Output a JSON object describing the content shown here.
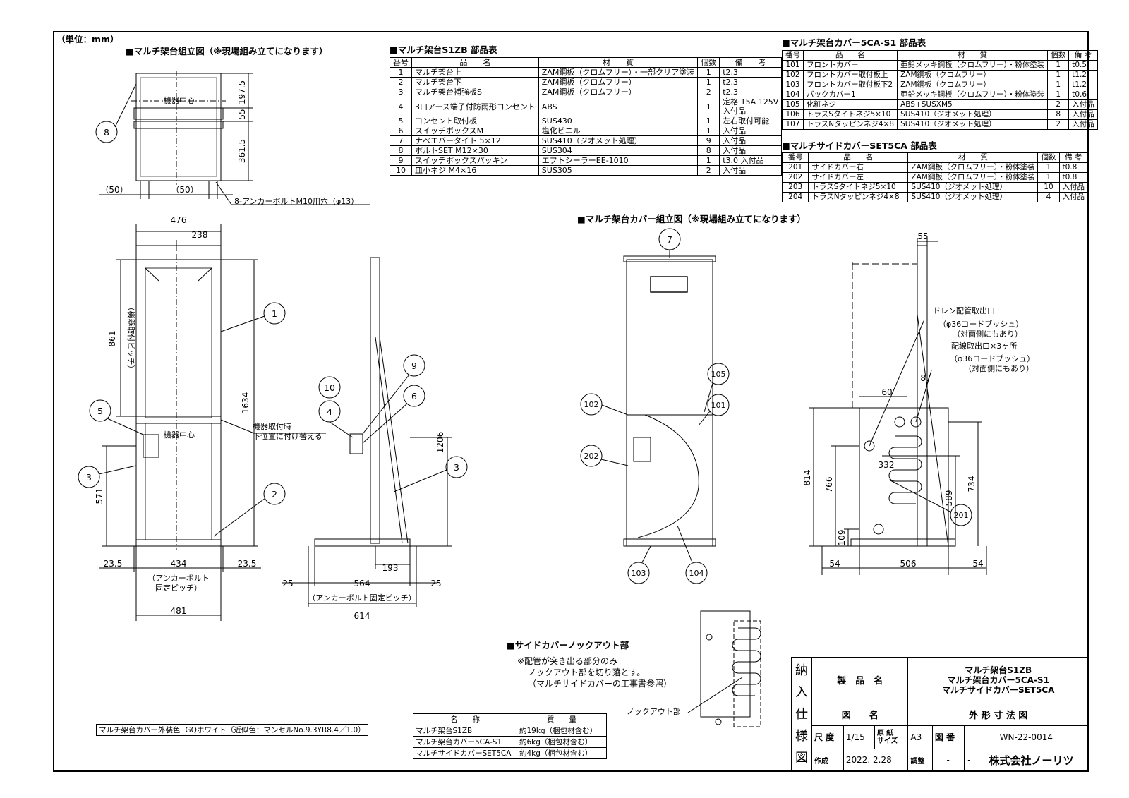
{
  "unit_label": "（単位：mm）",
  "assembly_title": "■マルチ架台組立図（※現場組み立てになります）",
  "cover_assembly_title": "■マルチ架台カバー組立図（※現場組み立てになります）",
  "knockout_title": "■サイドカバーノックアウト部",
  "knockout_notes": [
    "※配管が突き出る部分のみ",
    "ノックアウト部を切り落とす。",
    "（マルチサイドカバーの工事書参照）"
  ],
  "knockout_label": "ノックアウト部",
  "parts_s1zb": {
    "title": "■マルチ架台S1ZB 部品表",
    "headers": [
      "番号",
      "品　　名",
      "材　　質",
      "個数",
      "備　　考"
    ],
    "rows": [
      [
        "1",
        "マルチ架台上",
        "ZAM鋼板（クロムフリー）・一部クリア塗装",
        "1",
        "t2.3"
      ],
      [
        "2",
        "マルチ架台下",
        "ZAM鋼板（クロムフリー）",
        "1",
        "t2.3"
      ],
      [
        "3",
        "マルチ架台補強板S",
        "ZAM鋼板（クロムフリー）",
        "2",
        "t2.3"
      ],
      [
        "4",
        "3口アース端子付防雨形コンセント",
        "ABS",
        "1",
        "定格 15A 125V\n入付品"
      ],
      [
        "5",
        "コンセント取付板",
        "SUS430",
        "1",
        "左右取付可能"
      ],
      [
        "6",
        "スイッチボックスM",
        "塩化ビニル",
        "1",
        "入付品"
      ],
      [
        "7",
        "ナベエバータイト 5×12",
        "SUS410（ジオメット処理）",
        "9",
        "入付品"
      ],
      [
        "8",
        "ボルトSET M12×30",
        "SUS304",
        "8",
        "入付品"
      ],
      [
        "9",
        "スイッチボックスパッキン",
        "エプトシーラーEE-1010",
        "1",
        "t3.0 入付品"
      ],
      [
        "10",
        "皿小ネジ M4×16",
        "SUS305",
        "2",
        "入付品"
      ]
    ]
  },
  "parts_5ca": {
    "title": "■マルチ架台カバー5CA-S1 部品表",
    "headers": [
      "番号",
      "品　　名",
      "材　　質",
      "個数",
      "備 考"
    ],
    "rows": [
      [
        "101",
        "フロントカバー",
        "亜鉛メッキ鋼板（クロムフリー）・粉体塗装",
        "1",
        "t0.5"
      ],
      [
        "102",
        "フロントカバー取付板上",
        "ZAM鋼板（クロムフリー）",
        "1",
        "t1.2"
      ],
      [
        "103",
        "フロントカバー取付板下2",
        "ZAM鋼板（クロムフリー）",
        "1",
        "t1.2"
      ],
      [
        "104",
        "バックカバー1",
        "亜鉛メッキ鋼板（クロムフリー）・粉体塗装",
        "1",
        "t0.6"
      ],
      [
        "105",
        "化粧ネジ",
        "ABS+SUSXM5",
        "2",
        "入付品"
      ],
      [
        "106",
        "トラスSタイトネジ5×10",
        "SUS410（ジオメット処理）",
        "8",
        "入付品"
      ],
      [
        "107",
        "トラスNタッピンネジ4×8",
        "SUS410（ジオメット処理）",
        "2",
        "入付品"
      ]
    ]
  },
  "parts_set5ca": {
    "title": "■マルチサイドカバーSET5CA 部品表",
    "headers": [
      "番号",
      "品　　名",
      "材　　質",
      "個数",
      "備 考"
    ],
    "rows": [
      [
        "201",
        "サイドカバー右",
        "ZAM鋼板（クロムフリー）・粉体塗装",
        "1",
        "t0.8"
      ],
      [
        "202",
        "サイドカバー左",
        "ZAM鋼板（クロムフリー）・粉体塗装",
        "1",
        "t0.8"
      ],
      [
        "203",
        "トラスSタイトネジ5×10",
        "SUS410（ジオメット処理）",
        "10",
        "入付品"
      ],
      [
        "204",
        "トラスNタッピンネジ4×8",
        "SUS410（ジオメット処理）",
        "4",
        "入付品"
      ]
    ]
  },
  "color_table": {
    "label": "マルチ架台カバー外装色",
    "value": "GQホワイト（近似色：マンセルNo.9.3YR8.4／1.0）"
  },
  "mass_table": {
    "headers": [
      "名　　称",
      "質　　量"
    ],
    "rows": [
      [
        "マルチ架台S1ZB",
        "約19kg（梱包材含む）"
      ],
      [
        "マルチ架台カバー5CA-S1",
        "約6kg（梱包材含む）"
      ],
      [
        "マルチサイドカバーSET5CA",
        "約4kg（梱包材含む）"
      ]
    ]
  },
  "title_block": {
    "side": "納入仕様図",
    "product_label": "製　品　名",
    "products": [
      "マルチ架台S1ZB",
      "マルチ架台カバー5CA-S1",
      "マルチサイドカバーSET5CA"
    ],
    "drawing_label": "図　　名",
    "drawing_name": "外 形 寸 法 図",
    "scale_label": "尺 度",
    "scale": "1/15",
    "paper_label": "原 紙\nサイズ",
    "paper": "A3",
    "number_label": "図 番",
    "number": "WN-22-0014",
    "date_label": "作成",
    "date": "2022. 2.28",
    "check_label": "調整",
    "check": "-",
    "dash": "-",
    "company": "株式会社ノーリツ"
  },
  "labels": {
    "center1": "機器中心",
    "center2": "機器中心",
    "swap_note1": "機器取付時",
    "swap_note2": "下位置に付け替える",
    "anchor_note": "8-アンカーボルトM10用穴（φ13）",
    "anchor_pitch1": "（アンカーボルト",
    "anchor_pitch2": "固定ピッチ）",
    "anchor_pitch_side": "（アンカーボルト固定ピッチ）",
    "mount_pitch": "（機器取付ピッチ）",
    "drain1": "ドレン配管取出口",
    "drain2": "（φ36コードブッシュ）",
    "drain3": "（対面側にもあり）",
    "wire1": "配線取出口×3ヶ所",
    "wire2": "（φ36コードブッシュ）",
    "wire3": "（対面側にもあり）"
  },
  "dims": {
    "d197": "197.5",
    "d55a": "55",
    "d361": "361.5",
    "d50a": "（50）",
    "d50b": "（50）",
    "d476": "476",
    "d238": "238",
    "d861": "861",
    "d1634": "1634",
    "d571": "571",
    "d23a": "23.5",
    "d434": "434",
    "d23b": "23.5",
    "d481": "481",
    "d1206": "1206",
    "d25a": "25",
    "d564": "564",
    "d25b": "25",
    "d193": "193",
    "d614": "614",
    "d55b": "55",
    "d60": "60",
    "d87": "87",
    "d332": "332",
    "d814": "814",
    "d766": "766",
    "d734": "734",
    "d589": "589",
    "d109": "109",
    "d54a": "54",
    "d506": "506",
    "d54b": "54"
  },
  "balloons": [
    "8",
    "1",
    "2",
    "3",
    "4",
    "5",
    "9",
    "10",
    "6",
    "3",
    "7",
    "105",
    "102",
    "101",
    "202",
    "103",
    "104",
    "201"
  ]
}
